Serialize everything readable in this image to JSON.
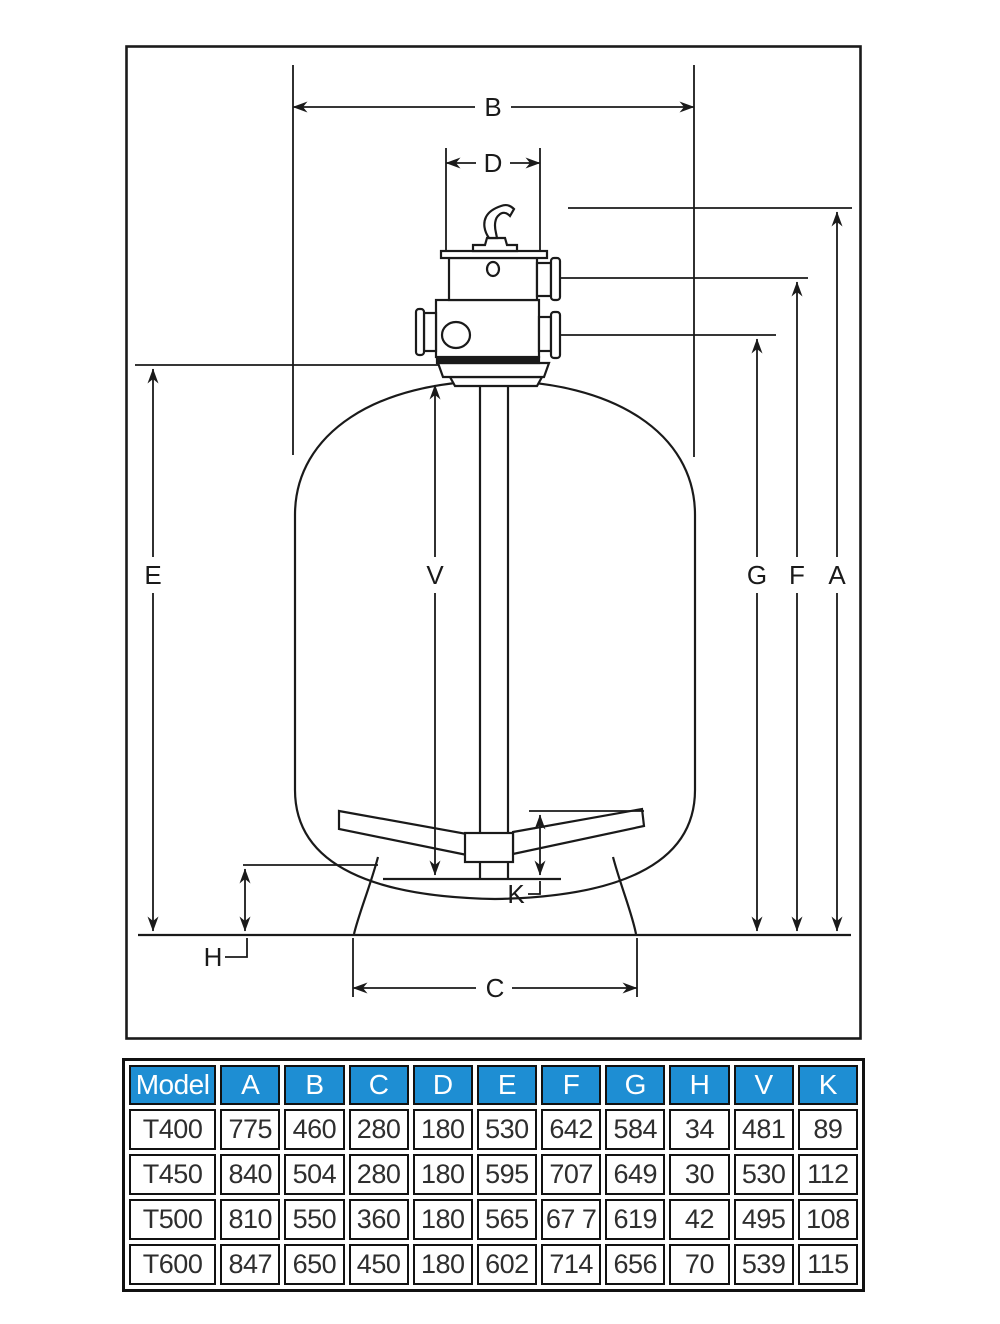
{
  "diagram": {
    "labels": {
      "B": "B",
      "D": "D",
      "A": "A",
      "F": "F",
      "G": "G",
      "E": "E",
      "V": "V",
      "H": "H",
      "K": "K",
      "C": "C"
    },
    "line_color": "#1a1a1a"
  },
  "table": {
    "header_bg": "#1e8ed3",
    "header_text_color": "#ffffff",
    "body_text_color": "#2e2e2e",
    "headers": [
      "Model",
      "A",
      "B",
      "C",
      "D",
      "E",
      "F",
      "G",
      "H",
      "V",
      "K"
    ],
    "rows": [
      [
        "T400",
        "775",
        "460",
        "280",
        "180",
        "530",
        "642",
        "584",
        "34",
        "481",
        "89"
      ],
      [
        "T450",
        "840",
        "504",
        "280",
        "180",
        "595",
        "707",
        "649",
        "30",
        "530",
        "112"
      ],
      [
        "T500",
        "810",
        "550",
        "360",
        "180",
        "565",
        "67 7",
        "619",
        "42",
        "495",
        "108"
      ],
      [
        "T600",
        "847",
        "650",
        "450",
        "180",
        "602",
        "714",
        "656",
        "70",
        "539",
        "115"
      ]
    ]
  }
}
